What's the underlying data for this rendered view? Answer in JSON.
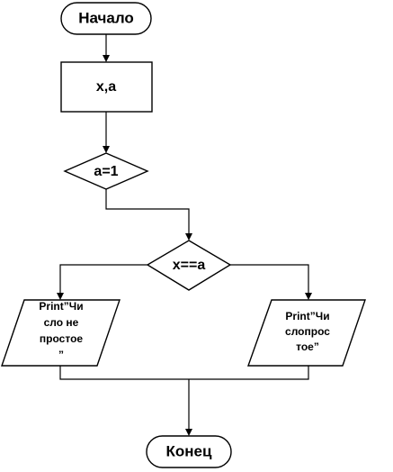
{
  "flowchart": {
    "start": {
      "label": "Начало"
    },
    "input": {
      "label": "x,a"
    },
    "assign": {
      "label": "a=1"
    },
    "condition": {
      "label": "x==a"
    },
    "output_left": {
      "lines": [
        "Print”Чи",
        "сло не",
        "простое",
        "”"
      ]
    },
    "output_right": {
      "lines": [
        "Print”Чи",
        "слопрос",
        "тое”"
      ]
    },
    "end": {
      "label": "Конец"
    }
  }
}
